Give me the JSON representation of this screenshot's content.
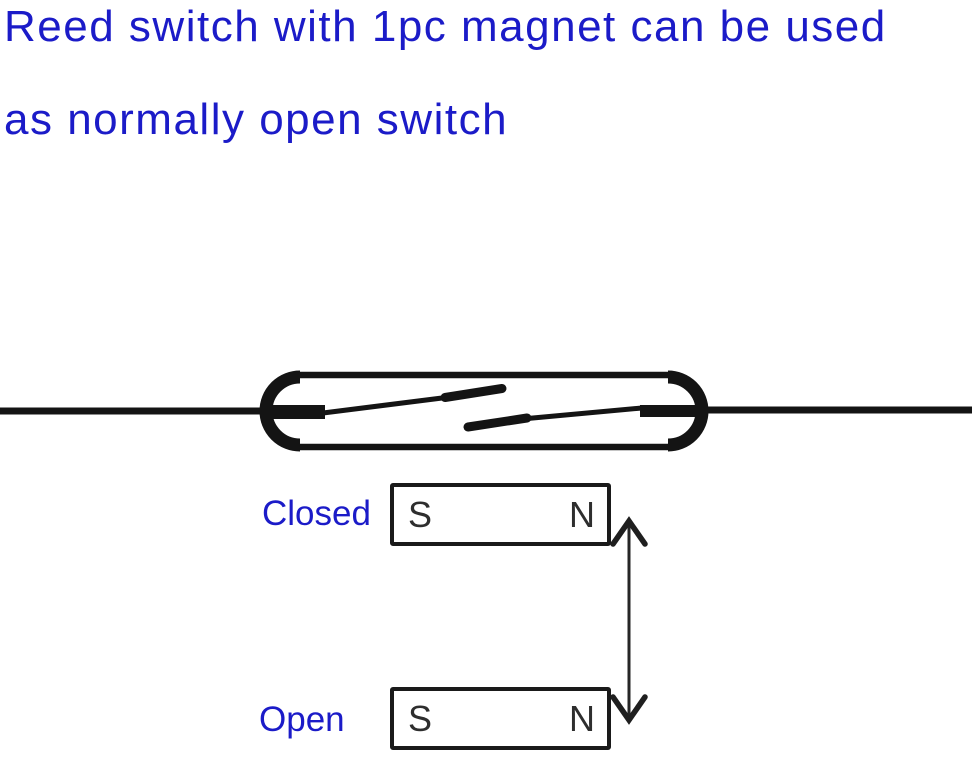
{
  "title": {
    "line1": "Reed switch with 1pc magnet can be used",
    "line2": "as normally open switch"
  },
  "diagram": {
    "closed_state": {
      "label": "Closed",
      "magnet": {
        "left_pole": "S",
        "right_pole": "N"
      }
    },
    "open_state": {
      "label": "Open",
      "magnet": {
        "left_pole": "S",
        "right_pole": "N"
      }
    }
  },
  "colors": {
    "background": "#ffffff",
    "label_blue": "#1b1bc8",
    "line_black": "#141414",
    "pole_letter_gray": "#2e2e2e"
  }
}
